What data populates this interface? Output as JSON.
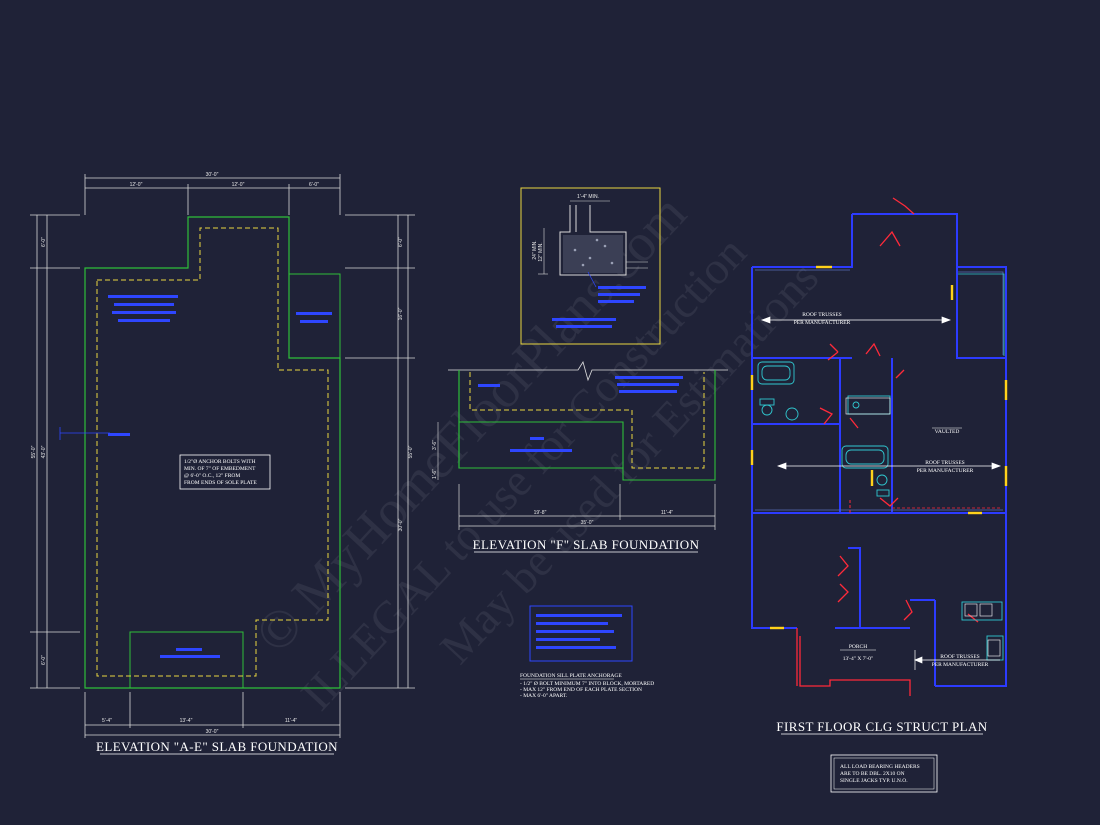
{
  "sheet": {
    "background": "#1f2237",
    "line_colors": {
      "dimension": "#e0e0e0",
      "slab": "#2fbf3a",
      "footing": "#e8d640",
      "wall": "#2c3bff",
      "door": "#ff2a3a",
      "header": "#ffd21a"
    }
  },
  "watermark": {
    "line1": "© MyHomeFloorPlans.com",
    "line2": "ILLEGAL to use for Construction",
    "line3": "May be used for Estimations"
  },
  "elev_ae": {
    "title": "ELEVATION \"A-E\" SLAB FOUNDATION",
    "top_overall": "30'-0\"",
    "top_dims": [
      "12'-0\"",
      "12'-0\"",
      "6'-0\""
    ],
    "bottom_overall": "30'-0\"",
    "bottom_dims": [
      "5'-4\"",
      "13'-4\"",
      "11'-4\""
    ],
    "left_overall": "55'-0\"",
    "left_dims": [
      "6'-0\"",
      "43'-0\"",
      "6'-0\""
    ],
    "right_overall": "55'-0\"",
    "right_dims": [
      "6'-0\"",
      "16'-0\"",
      "30'-0\""
    ],
    "anchor_note": [
      "1/2\"Ø ANCHOR BOLTS WITH",
      "MIN. OF 7\" OF EMBEDMENT",
      "@ 6'-0\" O.C., 12\" FROM",
      "FROM ENDS OF SOLE PLATE"
    ]
  },
  "section": {
    "dim_top": "1'-4\" MIN.",
    "dim_side_1": "24\" MIN.",
    "dim_side_2": "12\" MIN."
  },
  "elev_f": {
    "title": "ELEVATION \"F\" SLAB FOUNDATION",
    "bottom_overall": "35'-0\"",
    "bottom_dims": [
      "19'-8\"",
      "11'-4\""
    ],
    "left_dims": [
      "3'-6\"",
      "1'-6\""
    ]
  },
  "sill_note": {
    "heading": "FOUNDATION SILL PLATE ANCHORAGE",
    "lines": [
      "- 1/2\" Ø BOLT MINIMUM 7\" INTO BLOCK, MORTARED",
      "- MAX 12\" FROM END OF EACH PLATE SECTION",
      "- MAX 6'-0\" APART."
    ]
  },
  "floor_plan": {
    "title": "FIRST FLOOR CLG STRUCT PLAN",
    "labels": {
      "trusses_1a": "ROOF TRUSSES",
      "trusses_1b": "PER MANUFACTURER",
      "vaulted": "VAULTED",
      "trusses_2a": "ROOF TRUSSES",
      "trusses_2b": "PER MANUFACTURER",
      "porch": "PORCH",
      "porch_dim": "13'-4\" X 7'-0\"",
      "trusses_3a": "ROOF TRUSSES",
      "trusses_3b": "PER MANUFACTURER"
    }
  },
  "header_note": {
    "lines": [
      "ALL LOAD BEARING HEADERS",
      "ARE TO BE DBL. 2X10 ON",
      "SINGLE JACKS TYP. U.N.O."
    ]
  }
}
